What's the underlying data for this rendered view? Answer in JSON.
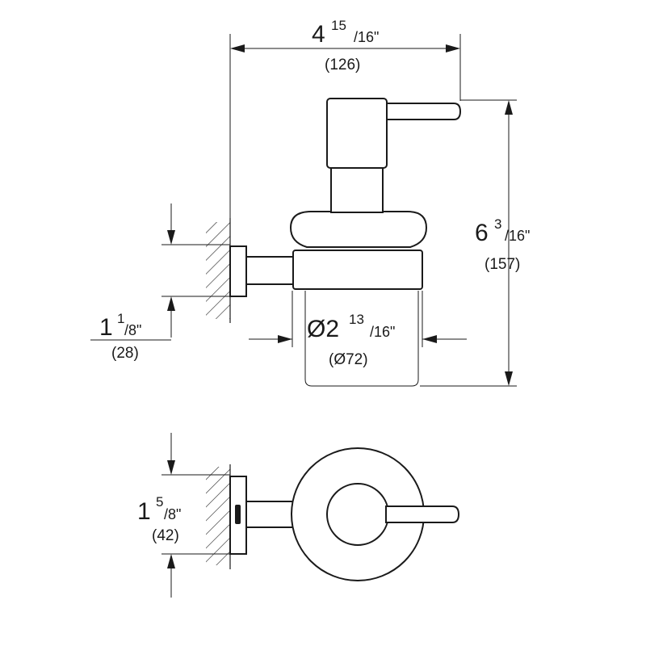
{
  "dimensions": {
    "overall_width": {
      "whole": "4",
      "num": "15",
      "den": "/16\"",
      "metric": "(126)"
    },
    "overall_height": {
      "whole": "6",
      "num": "3",
      "den": "/16\"",
      "metric": "(157)"
    },
    "glass_diameter": {
      "whole": "Ø2",
      "num": "13",
      "den": "/16\"",
      "metric": "(Ø72)"
    },
    "mount_height_side": {
      "whole": "1",
      "num": "1",
      "den": "/8\"",
      "metric": "(28)"
    },
    "mount_height_top": {
      "whole": "1",
      "num": "5",
      "den": "/8\"",
      "metric": "(42)"
    }
  }
}
